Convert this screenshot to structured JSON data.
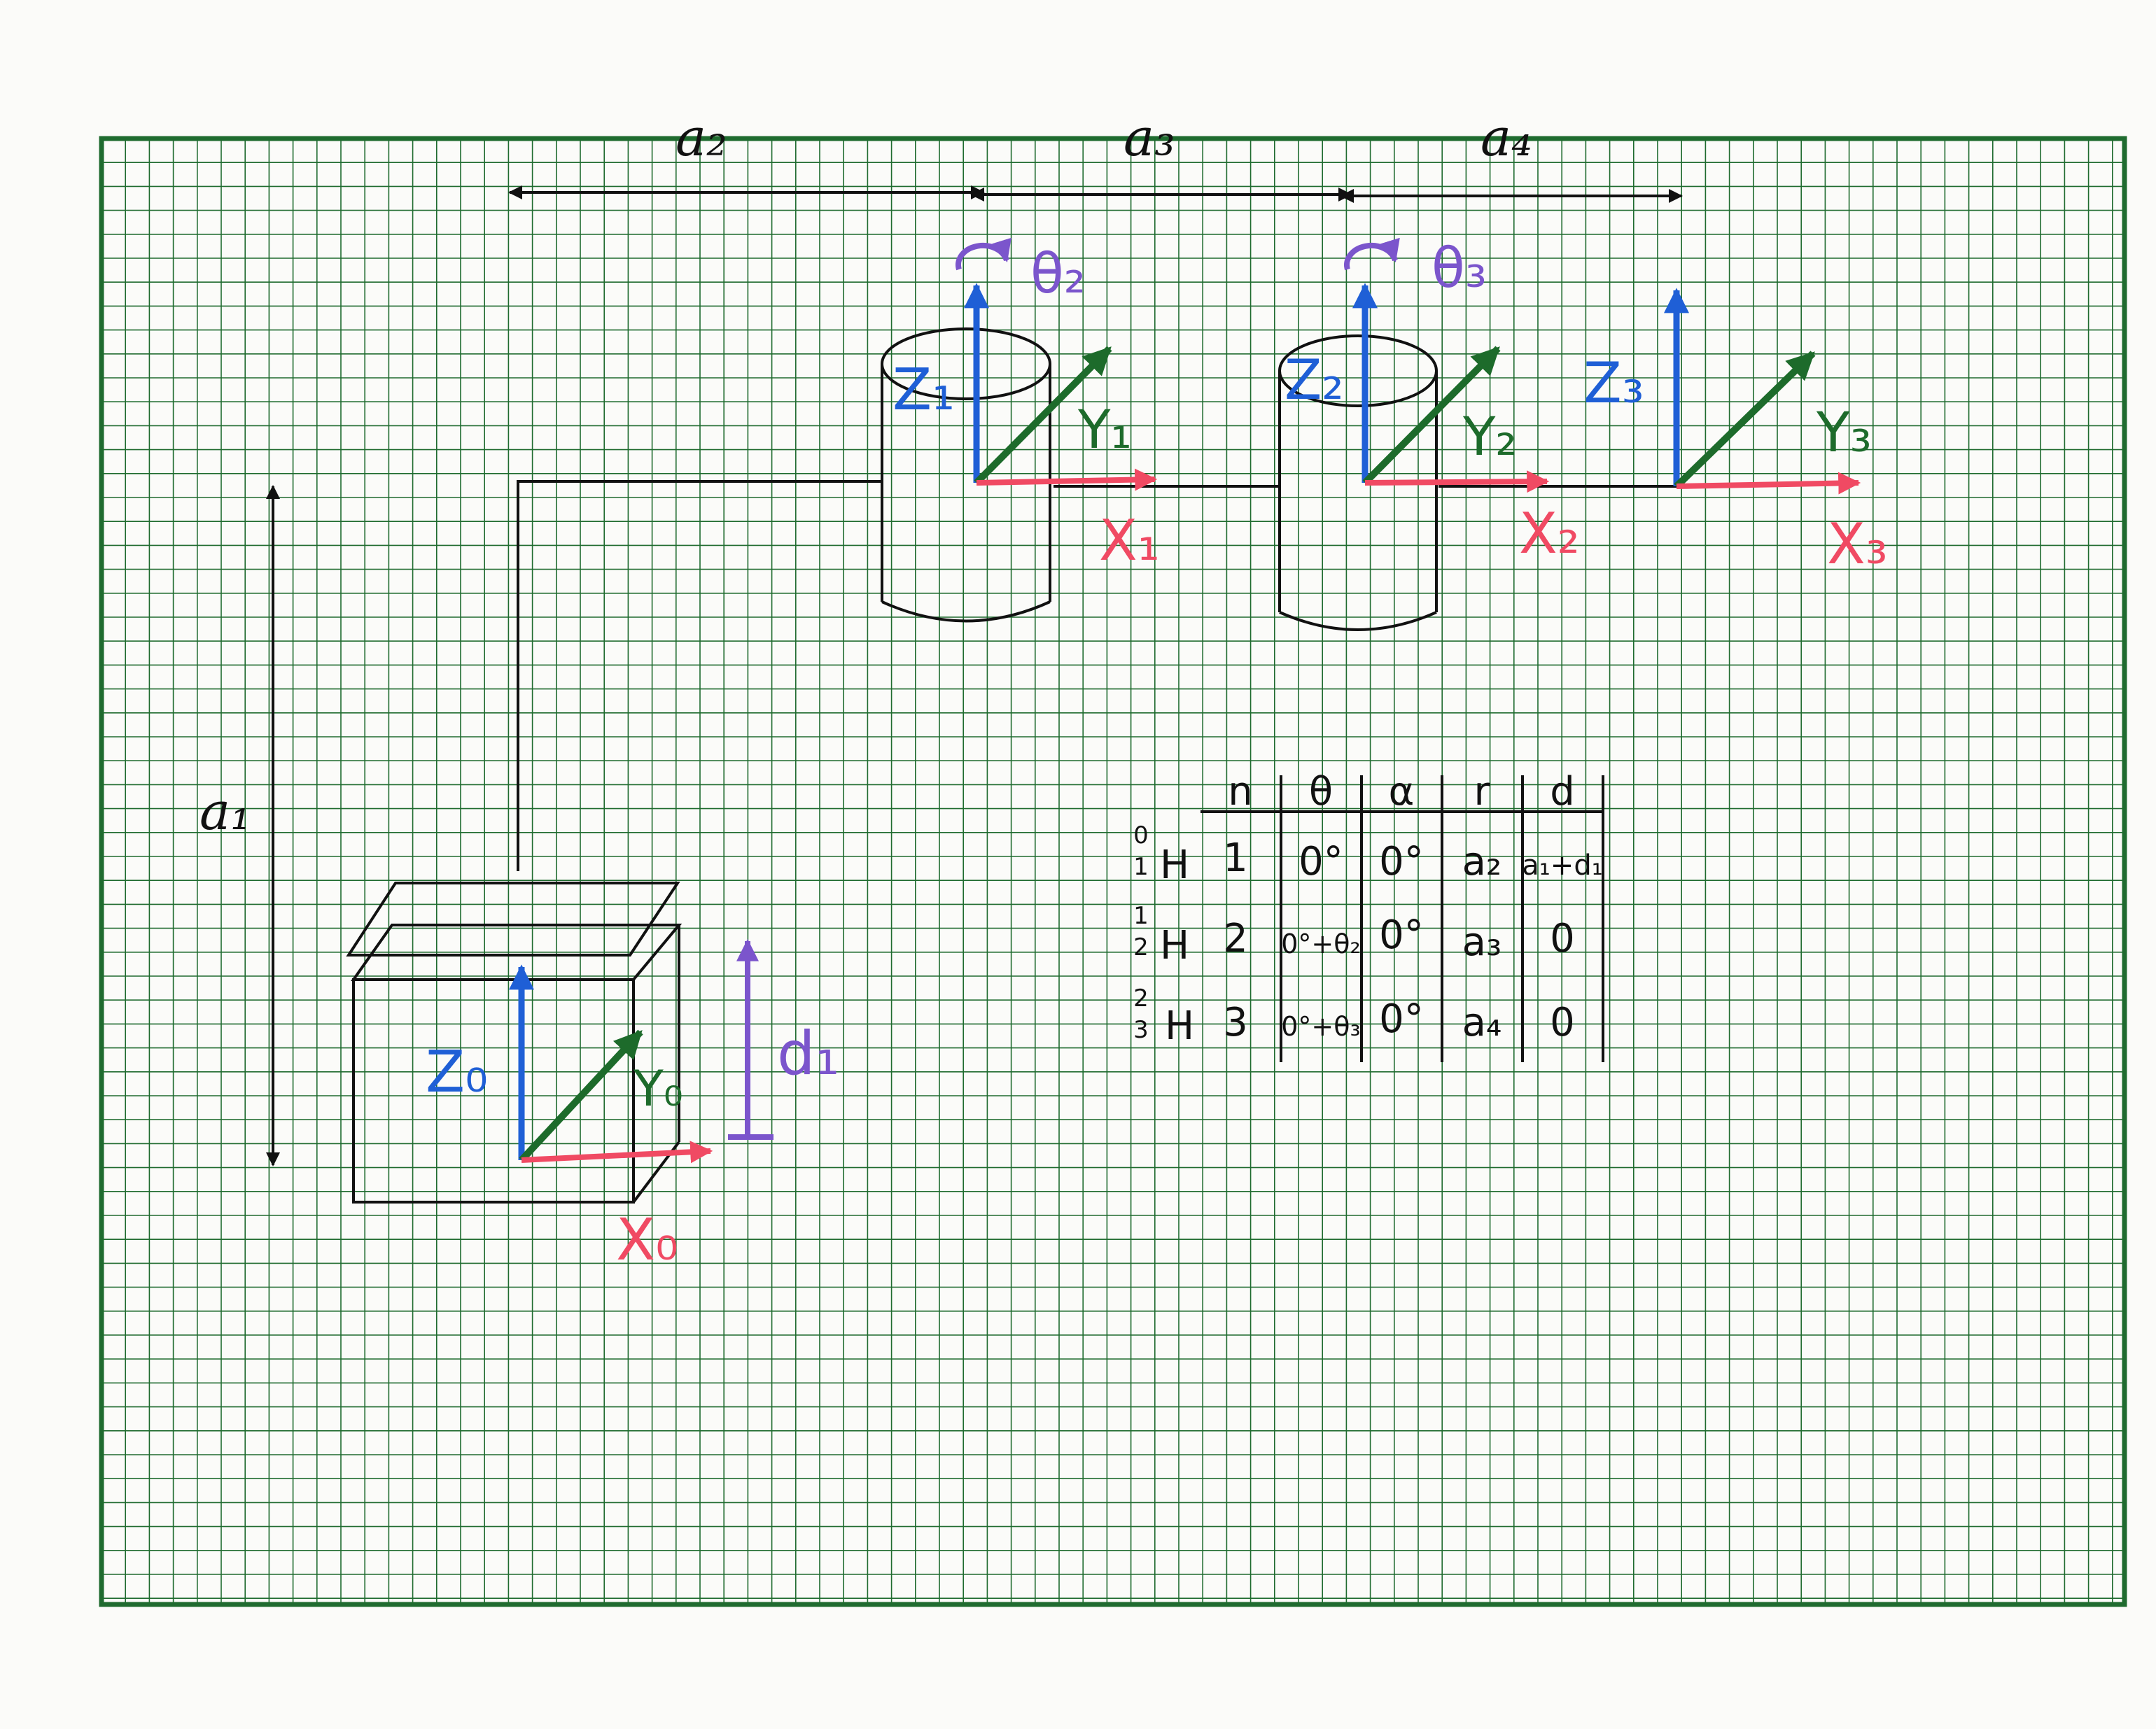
{
  "colors": {
    "paper": "#fbfbf9",
    "grid": "#1f6b2f",
    "ink": "#111111",
    "axis_z": "#1f5fd6",
    "axis_y": "#1d6b2b",
    "axis_x": "#f04a63",
    "joint": "#7b55cc"
  },
  "dimensions": {
    "a1": "a₁",
    "a2": "a₂",
    "a3": "a₃",
    "a4": "a₄"
  },
  "frames": {
    "f0": {
      "z": "Z₀",
      "y": "Y₀",
      "x": "X₀",
      "joint": "d₁"
    },
    "f1": {
      "z": "Z₁",
      "y": "Y₁",
      "x": "X₁",
      "joint": "θ₂"
    },
    "f2": {
      "z": "Z₂",
      "y": "Y₂",
      "x": "X₂",
      "joint": "θ₃"
    },
    "f3": {
      "z": "Z₃",
      "y": "Y₃",
      "x": "X₃"
    }
  },
  "dh_table": {
    "headers": [
      "n",
      "θ",
      "α",
      "r",
      "d"
    ],
    "rows": [
      {
        "label_top": "0",
        "label_bottom": "1",
        "label_h": "H",
        "n": "1",
        "theta": "0°",
        "alpha": "0°",
        "r": "a₂",
        "d": "a₁+d₁"
      },
      {
        "label_top": "1",
        "label_bottom": "2",
        "label_h": "H",
        "n": "2",
        "theta": "0°+θ₂",
        "alpha": "0°",
        "r": "a₃",
        "d": "0"
      },
      {
        "label_top": "2",
        "label_bottom": "3",
        "label_h": "H",
        "n": "3",
        "theta": "0°+θ₃",
        "alpha": "0°",
        "r": "a₄",
        "d": "0"
      }
    ]
  }
}
